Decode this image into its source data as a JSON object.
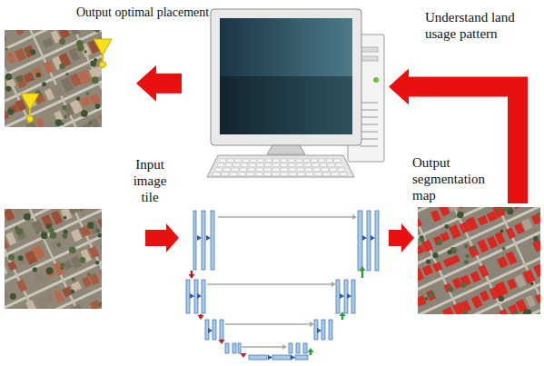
{
  "diagram": {
    "nodes": [
      {
        "text": [
          "Output optimal placement"
        ]
      },
      {
        "text": [
          "Understand land usage pattern"
        ]
      },
      {
        "text": [
          "Input image tile"
        ]
      },
      {
        "text": [
          "Output segmentation map"
        ]
      }
    ],
    "edges": [
      {
        "from": 3,
        "to": 1,
        "arrow": "to"
      },
      {
        "from": 1,
        "to": 0,
        "arrow": "to"
      }
    ]
  }
}
